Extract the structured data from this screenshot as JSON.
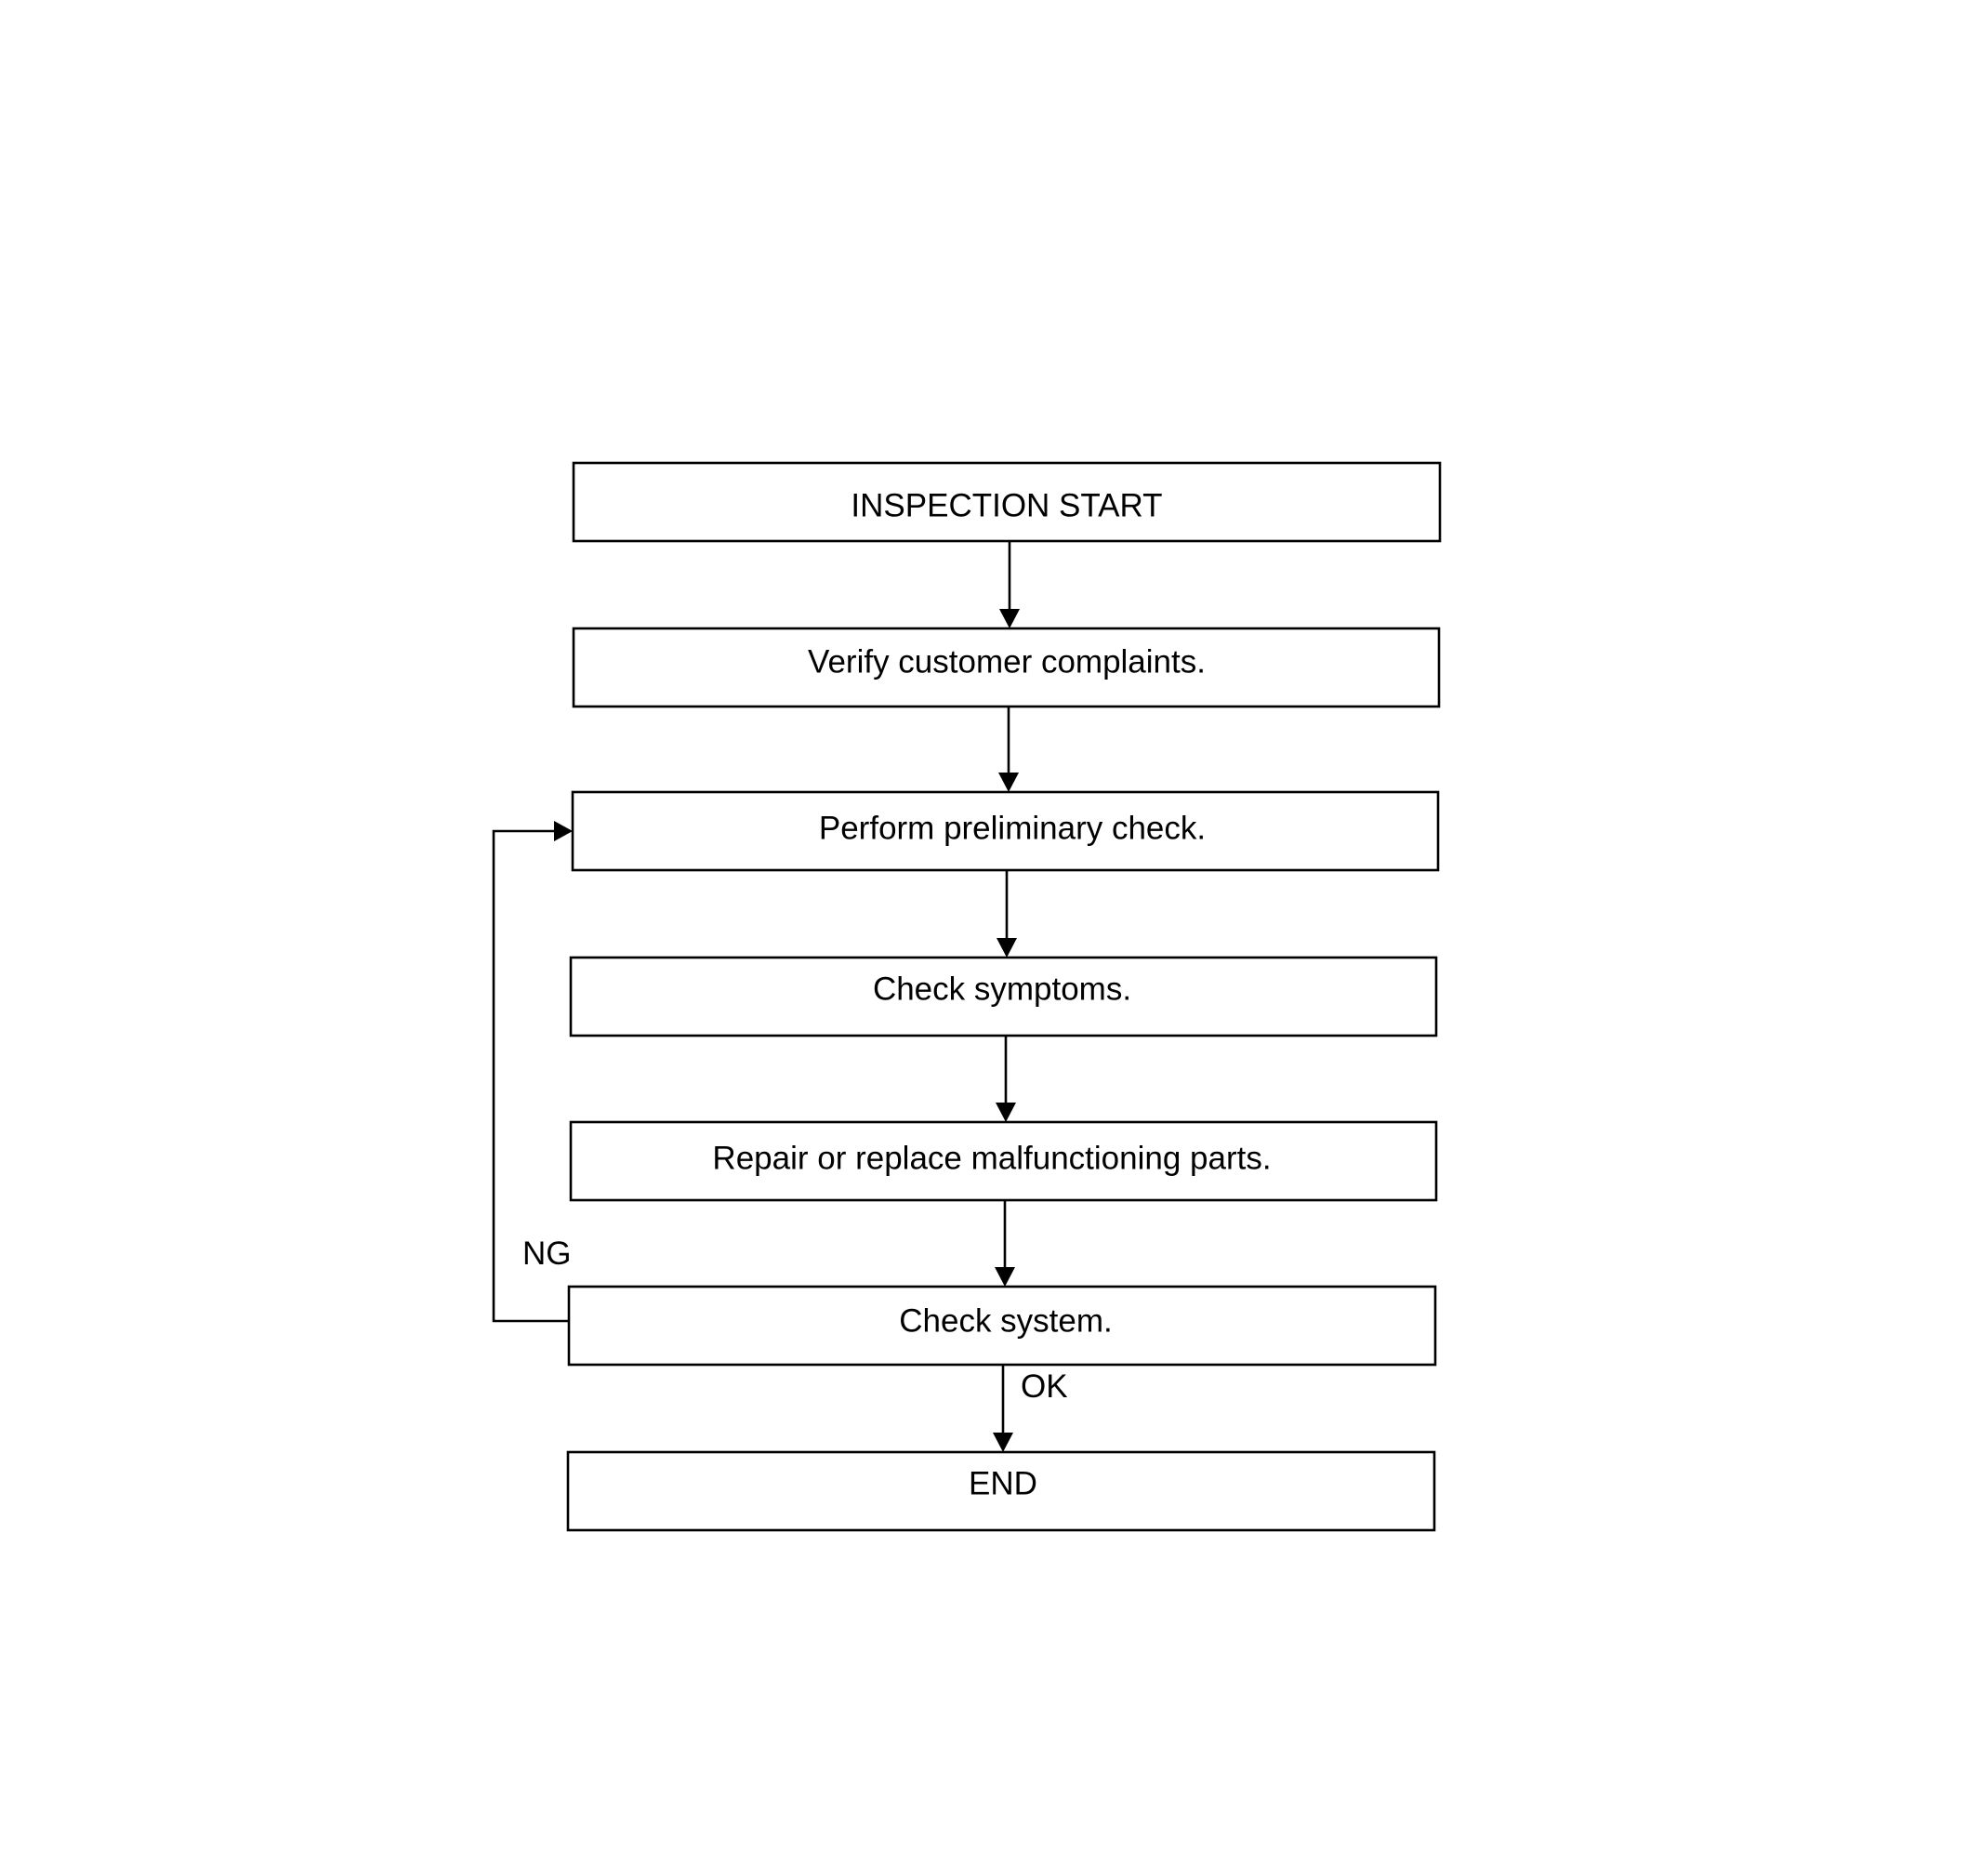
{
  "flowchart": {
    "steps": [
      "INSPECTION START",
      "Verify customer complaints.",
      "Perform preliminary check.",
      "Check symptoms.",
      "Repair or replace malfunctioning parts.",
      "Check system.",
      "END"
    ],
    "labels": {
      "ng": "NG",
      "ok": "OK"
    }
  }
}
